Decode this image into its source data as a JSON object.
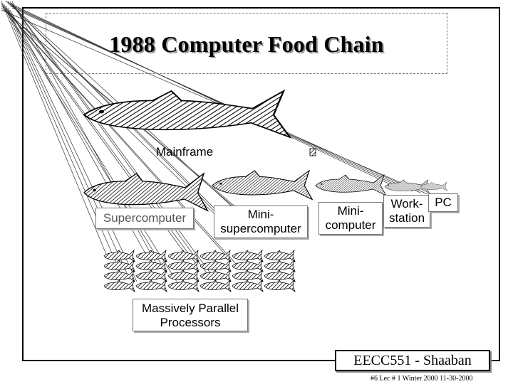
{
  "slide": {
    "title": "1988 Computer Food Chain",
    "labels": {
      "mainframe": "Mainframe",
      "supercomputer": "Supercomputer",
      "minisupercomputer_line1": "Mini-",
      "minisupercomputer_line2": "supercomputer",
      "minicomputer_line1": "Mini-",
      "minicomputer_line2": "computer",
      "workstation_line1": "Work-",
      "workstation_line2": "station",
      "pc": "PC",
      "mpp_line1": "Massively Parallel",
      "mpp_line2": "Processors"
    },
    "footer": {
      "course": "EECC551 - Shaaban",
      "note": "#6   Lec # 1  Winter 2000   11-30-2000"
    }
  }
}
